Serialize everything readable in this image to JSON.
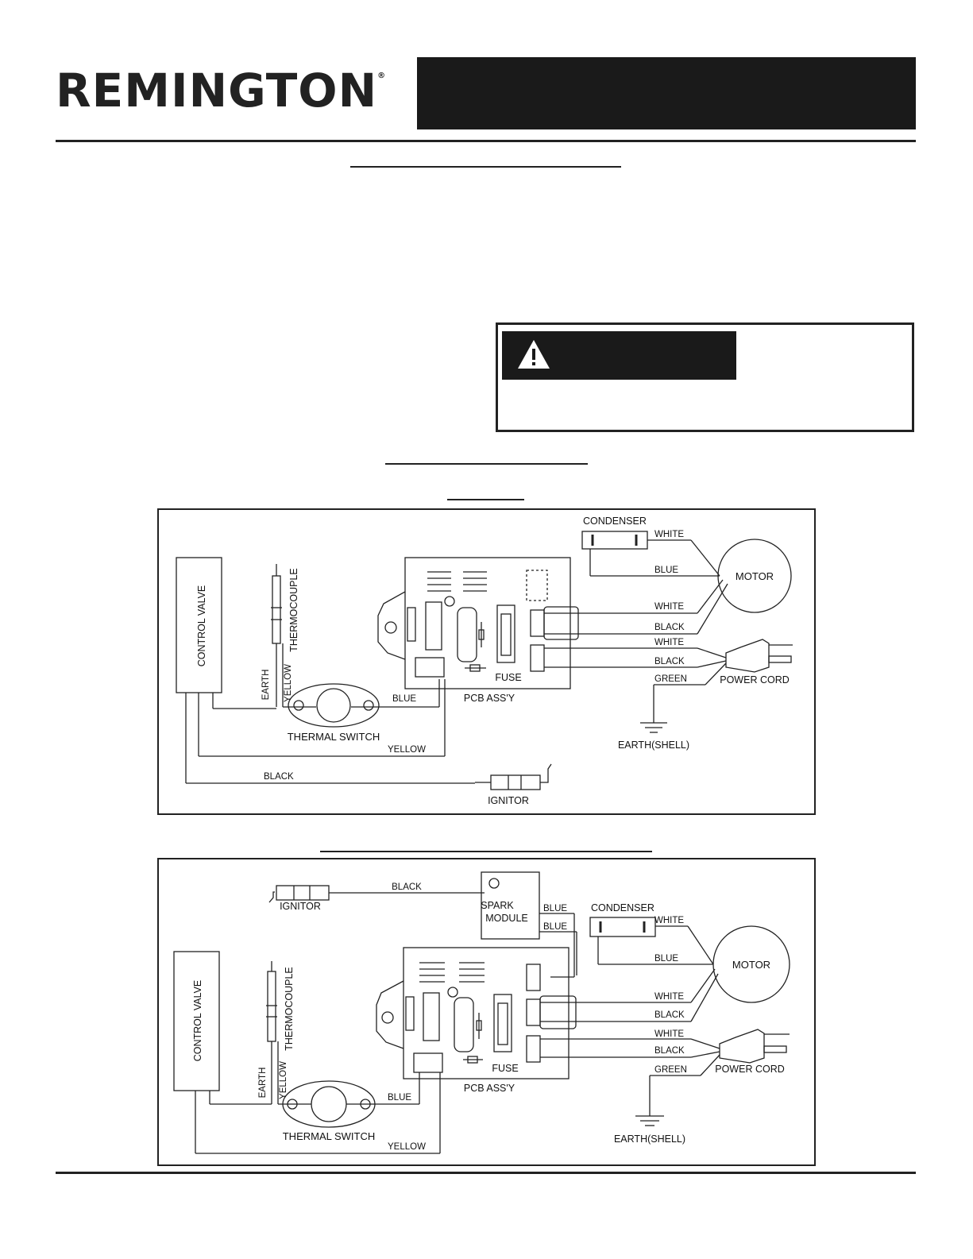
{
  "header": {
    "logo_text": "REMINGTON",
    "logo_mark": "®"
  },
  "warning": {
    "icon": "warning-triangle-icon"
  },
  "diagram1": {
    "control_valve": "CONTROL VALVE",
    "thermocouple": "THERMOCOUPLE",
    "earth": "EARTH",
    "yellow_vertical": "YELLOW",
    "blue_to_pcb": "BLUE",
    "thermal_switch": "THERMAL SWITCH",
    "yellow_bottom": "YELLOW",
    "black_bottom": "BLACK",
    "ignitor": "IGNITOR",
    "fuse": "FUSE",
    "pcb": "PCB ASS'Y",
    "condenser": "CONDENSER",
    "motor": "MOTOR",
    "white_condenser": "WHITE",
    "blue_condenser": "BLUE",
    "white_motor": "WHITE",
    "black_motor": "BLACK",
    "white_power": "WHITE",
    "black_power": "BLACK",
    "green_power": "GREEN",
    "power_cord": "POWER CORD",
    "earth_shell": "EARTH(SHELL)"
  },
  "diagram2": {
    "ignitor": "IGNITOR",
    "black_top": "BLACK",
    "spark_module_1": "SPARK",
    "spark_module_2": "MODULE",
    "blue_spark_1": "BLUE",
    "blue_spark_2": "BLUE",
    "condenser": "CONDENSER",
    "motor": "MOTOR",
    "white_condenser": "WHITE",
    "blue_condenser": "BLUE",
    "white_motor": "WHITE",
    "black_motor": "BLACK",
    "white_power": "WHITE",
    "black_power": "BLACK",
    "green_power": "GREEN",
    "power_cord": "POWER CORD",
    "earth_shell": "EARTH(SHELL)",
    "control_valve": "CONTROL VALVE",
    "thermocouple": "THERMOCOUPLE",
    "earth": "EARTH",
    "yellow_vertical": "YELLOW",
    "blue_to_pcb": "BLUE",
    "thermal_switch": "THERMAL SWITCH",
    "yellow_bottom": "YELLOW",
    "fuse": "FUSE",
    "pcb": "PCB ASS'Y"
  }
}
